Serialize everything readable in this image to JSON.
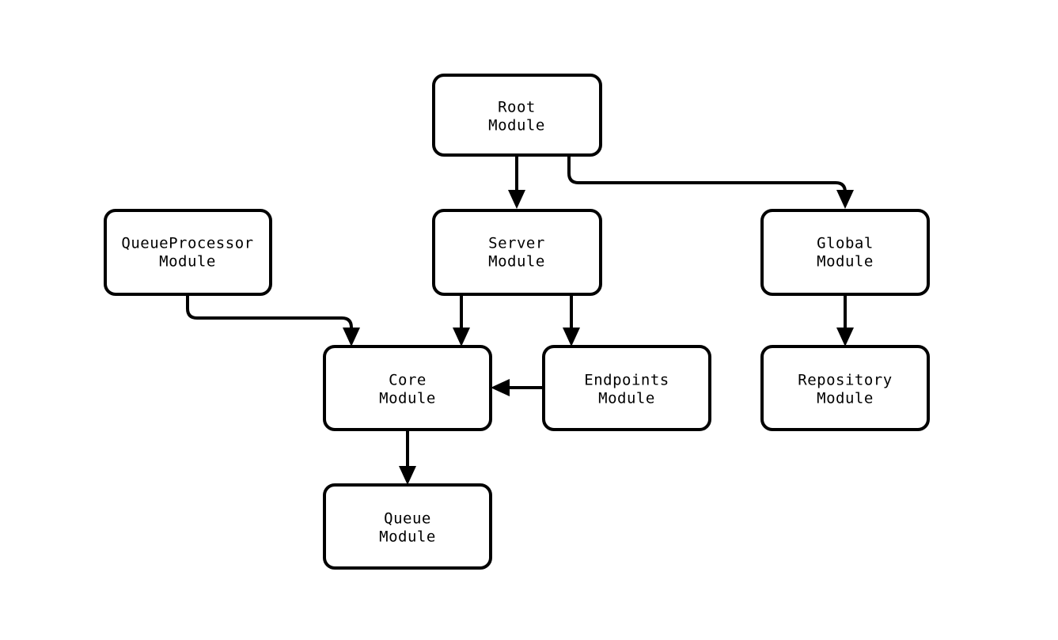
{
  "diagram": {
    "type": "module-dependency-graph",
    "background_color": "#ffffff",
    "stroke_color": "#000000",
    "fill_color": "#ffffff",
    "nodes": [
      {
        "id": "root",
        "line1": "Root",
        "line2": "Module"
      },
      {
        "id": "queueprocessor",
        "line1": "QueueProcessor",
        "line2": "Module"
      },
      {
        "id": "server",
        "line1": "Server",
        "line2": "Module"
      },
      {
        "id": "global",
        "line1": "Global",
        "line2": "Module"
      },
      {
        "id": "core",
        "line1": "Core",
        "line2": "Module"
      },
      {
        "id": "endpoints",
        "line1": "Endpoints",
        "line2": "Module"
      },
      {
        "id": "repository",
        "line1": "Repository",
        "line2": "Module"
      },
      {
        "id": "queue",
        "line1": "Queue",
        "line2": "Module"
      }
    ],
    "edges": [
      {
        "from": "root",
        "to": "server",
        "style": "straight-down"
      },
      {
        "from": "root",
        "to": "global",
        "style": "orthogonal-right-down"
      },
      {
        "from": "queueprocessor",
        "to": "core",
        "style": "orthogonal-right-down"
      },
      {
        "from": "server",
        "to": "core",
        "style": "straight-down"
      },
      {
        "from": "server",
        "to": "endpoints",
        "style": "straight-down"
      },
      {
        "from": "endpoints",
        "to": "core",
        "style": "straight-left"
      },
      {
        "from": "global",
        "to": "repository",
        "style": "straight-down"
      },
      {
        "from": "core",
        "to": "queue",
        "style": "straight-down"
      }
    ]
  }
}
